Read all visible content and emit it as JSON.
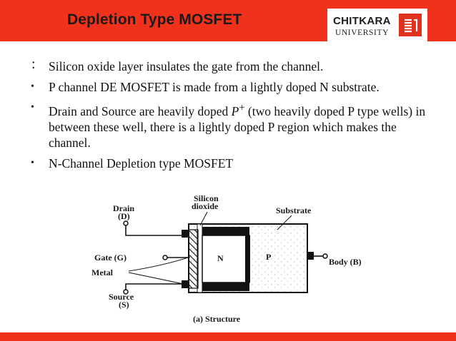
{
  "header": {
    "title": "Depletion Type MOSFET",
    "logo": {
      "name": "CHITKARA",
      "subtitle": "UNIVERSITY",
      "accent_color": "#e0301e",
      "mark_icon": "chitkara-logo-mark"
    }
  },
  "bullets": [
    {
      "marker": ":",
      "text": "Silicon oxide layer insulates the gate from the channel."
    },
    {
      "marker": "•",
      "text": "P channel DE MOSFET is made from a lightly doped N substrate."
    },
    {
      "marker": "•",
      "text_before": "Drain and Source are heavily doped ",
      "math_base": "P",
      "math_sup": "+",
      "text_after": " (two heavily doped P type wells) in between these well, there is a lightly doped P region which makes the channel."
    },
    {
      "marker": "•",
      "text": "N-Channel Depletion type MOSFET"
    }
  ],
  "diagram": {
    "labels": {
      "drain": "Drain",
      "drain_sym": "(D)",
      "silicon": "Silicon",
      "dioxide": "dioxide",
      "substrate": "Substrate",
      "gate": "Gate (G)",
      "metal": "Metal",
      "source": "Source",
      "source_sym": "(S)",
      "n_region": "N",
      "p_region": "P",
      "body": "Body (B)",
      "caption": "(a) Structure"
    }
  },
  "colors": {
    "brand_red": "#f0321c"
  }
}
